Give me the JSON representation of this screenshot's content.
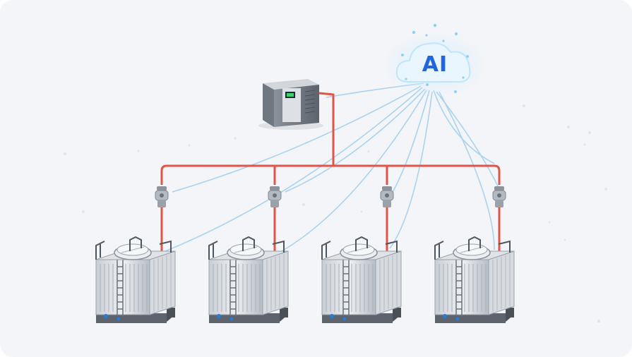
{
  "cloud": {
    "label": "AI"
  },
  "colors": {
    "pipe": "#e0554a",
    "signal": "#9ccdf2",
    "cloud_glow": "#bfe4fb",
    "ai_text": "#2266dd",
    "background": "#f3f5f8"
  },
  "components": {
    "controller": "controller-cabinet",
    "valves": [
      "valve",
      "valve",
      "valve",
      "valve"
    ],
    "towers": [
      "cooling-tower",
      "cooling-tower",
      "cooling-tower",
      "cooling-tower"
    ]
  }
}
